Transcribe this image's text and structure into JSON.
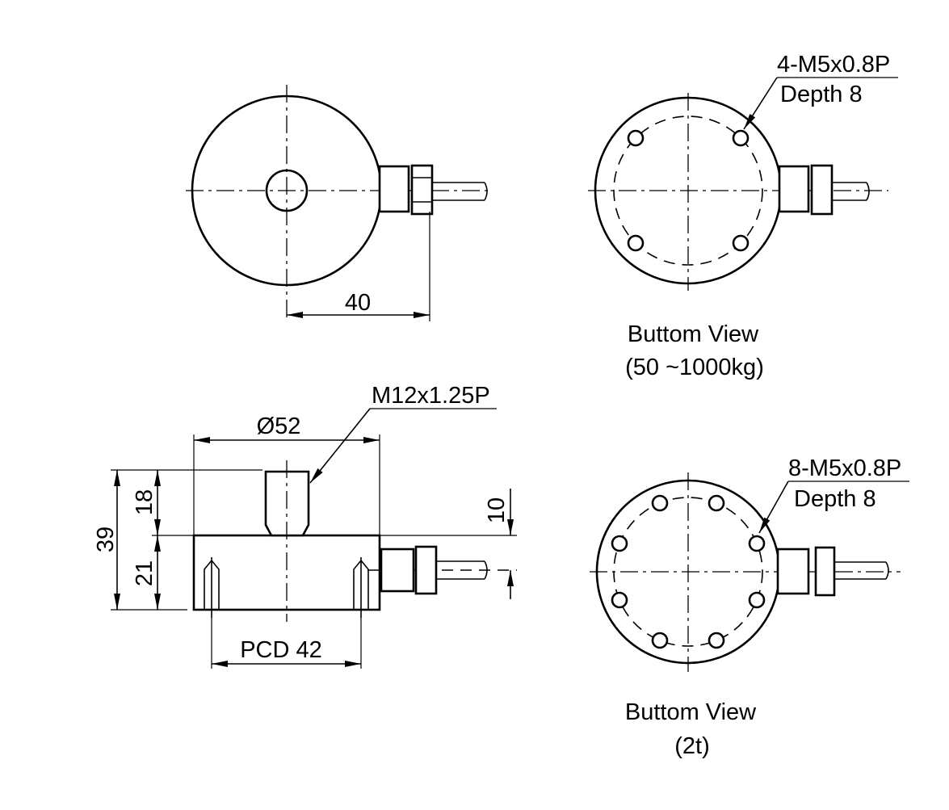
{
  "top_view": {
    "dim_width": "40"
  },
  "bottom_view_small": {
    "thread_label": "4-M5x0.8P",
    "depth_label": "Depth 8",
    "title": "Buttom View",
    "capacity": "(50 ~1000kg)"
  },
  "side_view": {
    "stud_thread": "M12x1.25P",
    "diameter": "Ø52",
    "total_height": "39",
    "stud_height": "18",
    "body_height": "21",
    "cable_offset": "10",
    "pcd": "PCD 42"
  },
  "bottom_view_large": {
    "thread_label": "8-M5x0.8P",
    "depth_label": "Depth 8",
    "title": "Buttom View",
    "capacity": "(2t)"
  }
}
